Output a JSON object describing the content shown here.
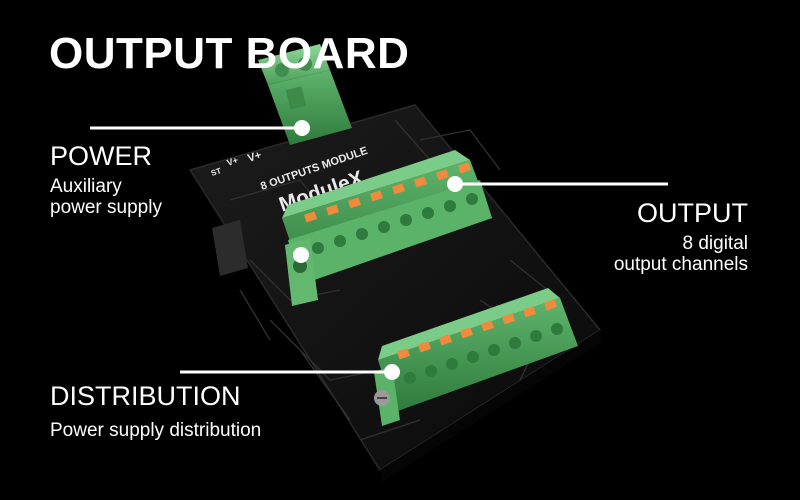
{
  "title": "OUTPUT BOARD",
  "callouts": {
    "power": {
      "heading": "POWER",
      "description_line1": "Auxiliary",
      "description_line2": "power supply"
    },
    "output": {
      "heading": "OUTPUT",
      "description_line1": "8 digital",
      "description_line2": "output channels"
    },
    "distribution": {
      "heading": "DISTRIBUTION",
      "description": "Power supply distribution"
    }
  },
  "board": {
    "module_label": "8 OUTPUTS MODULE",
    "brand": "ModuleX",
    "pin_labels": [
      "ST",
      "V+",
      "V+"
    ]
  },
  "colors": {
    "background": "#000000",
    "text": "#ffffff",
    "pcb": "#121212",
    "connector_green": "#6cc17a",
    "connector_orange": "#f08a3c",
    "callout_line": "#ffffff"
  }
}
